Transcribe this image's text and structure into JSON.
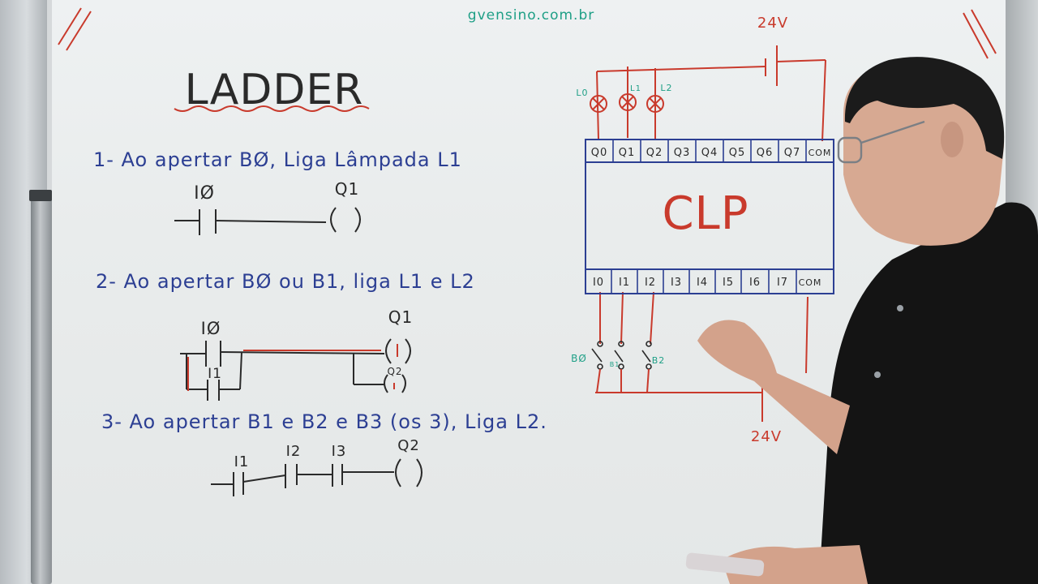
{
  "watermark": "gvensino.com.br",
  "title": "LADDER",
  "exercise1": {
    "statement": "1- Ao apertar BØ, Liga Lâmpada L1",
    "contact": "IØ",
    "coil": "Q1"
  },
  "exercise2": {
    "statement": "2- Ao apertar BØ ou B1, liga L1 e L2",
    "contact_a": "IØ",
    "contact_b": "I1",
    "coil_a": "Q1",
    "coil_b": "Q2"
  },
  "exercise3": {
    "statement": "3- Ao apertar B1 e B2 e B3 (os 3), Liga L2.",
    "contacts": [
      "I1",
      "I2",
      "I3"
    ],
    "coil": "Q2"
  },
  "plc": {
    "label": "CLP",
    "outputs": [
      "Q0",
      "Q1",
      "Q2",
      "Q3",
      "Q4",
      "Q5",
      "Q6",
      "Q7",
      "COM"
    ],
    "inputs": [
      "I0",
      "I1",
      "I2",
      "I3",
      "I4",
      "I5",
      "I6",
      "I7",
      "COM"
    ],
    "lamps": [
      "L0",
      "L1",
      "L2"
    ],
    "buttons": [
      "BØ",
      "B1",
      "B2"
    ],
    "supply_top": "24V",
    "supply_bottom": "24V"
  },
  "colors": {
    "blue_marker": "#2c3f93",
    "red_marker": "#c93a2c",
    "green_marker": "#1e9f86",
    "shirt": "#141414"
  }
}
